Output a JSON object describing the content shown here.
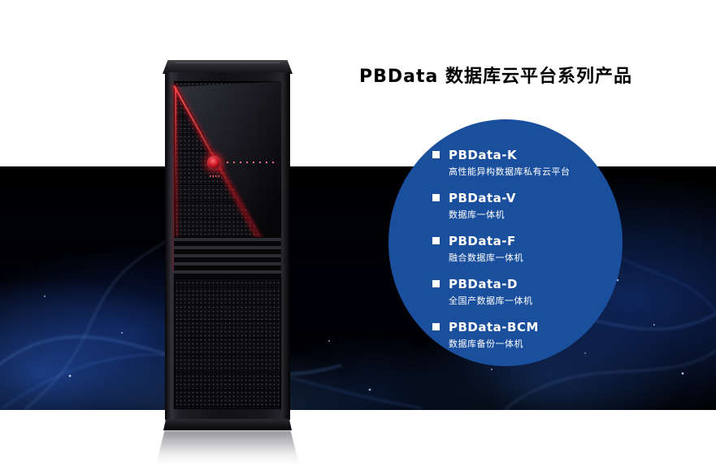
{
  "title": "PBData 数据库云平台系列产品",
  "products": [
    {
      "name": "PBData-K",
      "desc": "高性能异构数据库私有云平台"
    },
    {
      "name": "PBData-V",
      "desc": "数据库一体机"
    },
    {
      "name": "PBData-F",
      "desc": "融合数据库一体机"
    },
    {
      "name": "PBData-D",
      "desc": "全国产数据库一体机"
    },
    {
      "name": "PBData-BCM",
      "desc": "数据库备份一体机"
    }
  ],
  "colors": {
    "circle_blue": "#1a4f9e",
    "accent_red": "#c01020",
    "band_black": "#000000"
  }
}
